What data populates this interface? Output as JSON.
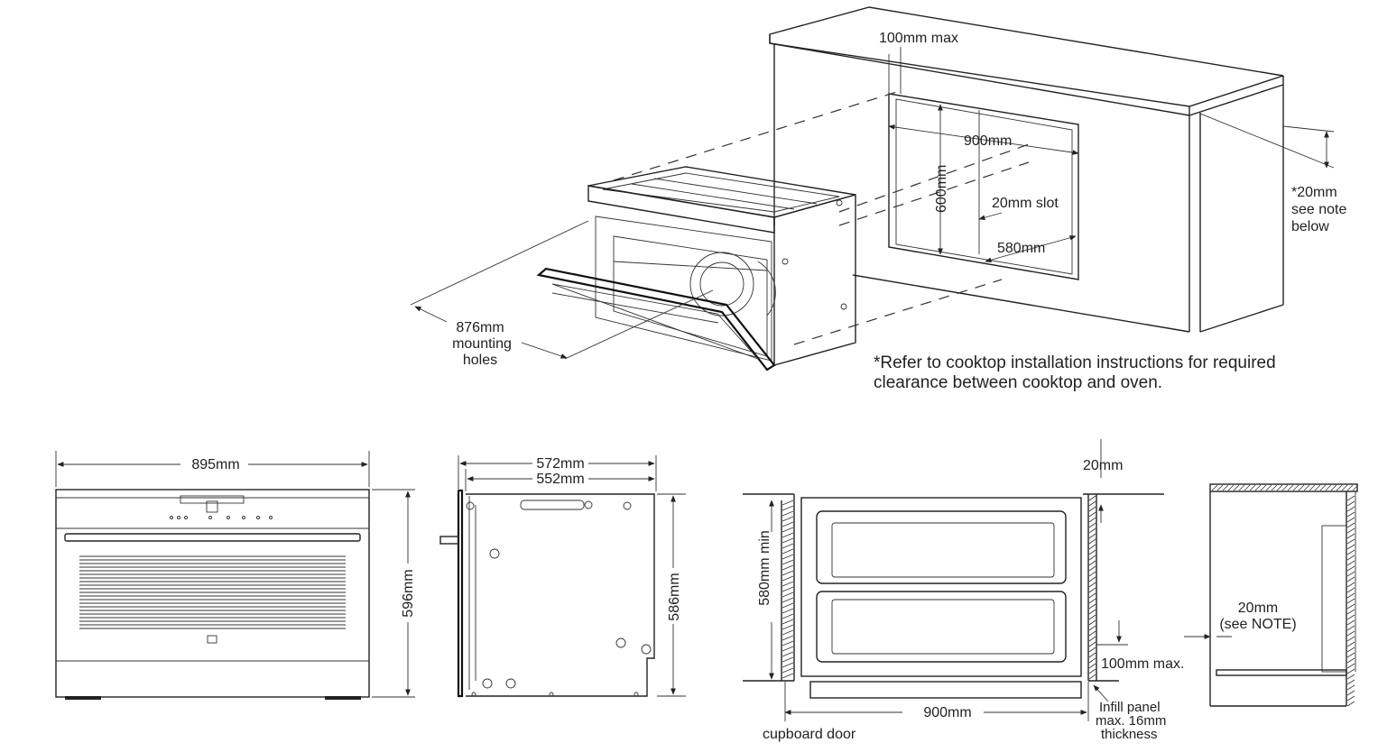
{
  "isometric": {
    "dim_100mm_max": "100mm max",
    "dim_900mm": "900mm",
    "dim_600mm": "600mm",
    "dim_20mm_slot": "20mm slot",
    "dim_580mm": "580mm",
    "note_20mm": [
      "*20mm",
      "see note",
      "below"
    ],
    "mounting": [
      "876mm",
      "mounting",
      "holes"
    ],
    "footnote": [
      "*Refer to cooktop installation instructions for required",
      "clearance between cooktop and oven."
    ]
  },
  "front_view": {
    "width": "895mm",
    "height": "596mm"
  },
  "side_view": {
    "depth_outer": "572mm",
    "depth_inner": "552mm",
    "height": "586mm"
  },
  "cabinet_view": {
    "top_gap": "20mm",
    "height_min": "580mm min",
    "width": "900mm",
    "bottom_gap": "100mm max.",
    "cupboard_door": "cupboard door",
    "infill": [
      "Infill panel",
      "max. 16mm",
      "thickness"
    ]
  },
  "section_view": {
    "gap": [
      "20mm",
      "(see NOTE)"
    ]
  }
}
